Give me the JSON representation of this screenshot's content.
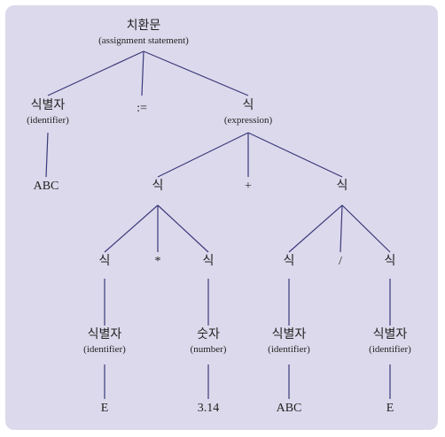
{
  "colors": {
    "background": "#ddd9ec",
    "edge": "#3a3a7a",
    "text": "#222222"
  },
  "tree": {
    "nodes": [
      {
        "id": "assign",
        "label": "치환문",
        "sub": "(assignment statement)"
      },
      {
        "id": "ident-abc",
        "label": "식별자",
        "sub": "(identifier)"
      },
      {
        "id": "assign-op",
        "label": ":="
      },
      {
        "id": "expr-root",
        "label": "식",
        "sub": "(expression)"
      },
      {
        "id": "leaf-abc-1",
        "label": "ABC"
      },
      {
        "id": "expr-left",
        "label": "식"
      },
      {
        "id": "plus-op",
        "label": "+"
      },
      {
        "id": "expr-right",
        "label": "식"
      },
      {
        "id": "expr-ll",
        "label": "식"
      },
      {
        "id": "mult-op",
        "label": "*"
      },
      {
        "id": "expr-lr",
        "label": "식"
      },
      {
        "id": "expr-rl",
        "label": "식"
      },
      {
        "id": "div-op",
        "label": "/"
      },
      {
        "id": "expr-rr",
        "label": "식"
      },
      {
        "id": "ident-e-1",
        "label": "식별자",
        "sub": "(identifier)"
      },
      {
        "id": "number-node",
        "label": "숫자",
        "sub": "(number)"
      },
      {
        "id": "ident-abc-2",
        "label": "식별자",
        "sub": "(identifier)"
      },
      {
        "id": "ident-e-2",
        "label": "식별자",
        "sub": "(identifier)"
      },
      {
        "id": "leaf-e-1",
        "label": "E"
      },
      {
        "id": "leaf-314",
        "label": "3.14"
      },
      {
        "id": "leaf-abc-2",
        "label": "ABC"
      },
      {
        "id": "leaf-e-2",
        "label": "E"
      }
    ],
    "edges": [
      [
        "assign",
        "ident-abc"
      ],
      [
        "assign",
        "assign-op"
      ],
      [
        "assign",
        "expr-root"
      ],
      [
        "ident-abc",
        "leaf-abc-1"
      ],
      [
        "expr-root",
        "expr-left"
      ],
      [
        "expr-root",
        "plus-op"
      ],
      [
        "expr-root",
        "expr-right"
      ],
      [
        "expr-left",
        "expr-ll"
      ],
      [
        "expr-left",
        "mult-op"
      ],
      [
        "expr-left",
        "expr-lr"
      ],
      [
        "expr-right",
        "expr-rl"
      ],
      [
        "expr-right",
        "div-op"
      ],
      [
        "expr-right",
        "expr-rr"
      ],
      [
        "expr-ll",
        "ident-e-1"
      ],
      [
        "expr-lr",
        "number-node"
      ],
      [
        "expr-rl",
        "ident-abc-2"
      ],
      [
        "expr-rr",
        "ident-e-2"
      ],
      [
        "ident-e-1",
        "leaf-e-1"
      ],
      [
        "number-node",
        "leaf-314"
      ],
      [
        "ident-abc-2",
        "leaf-abc-2"
      ],
      [
        "ident-e-2",
        "leaf-e-2"
      ]
    ]
  }
}
